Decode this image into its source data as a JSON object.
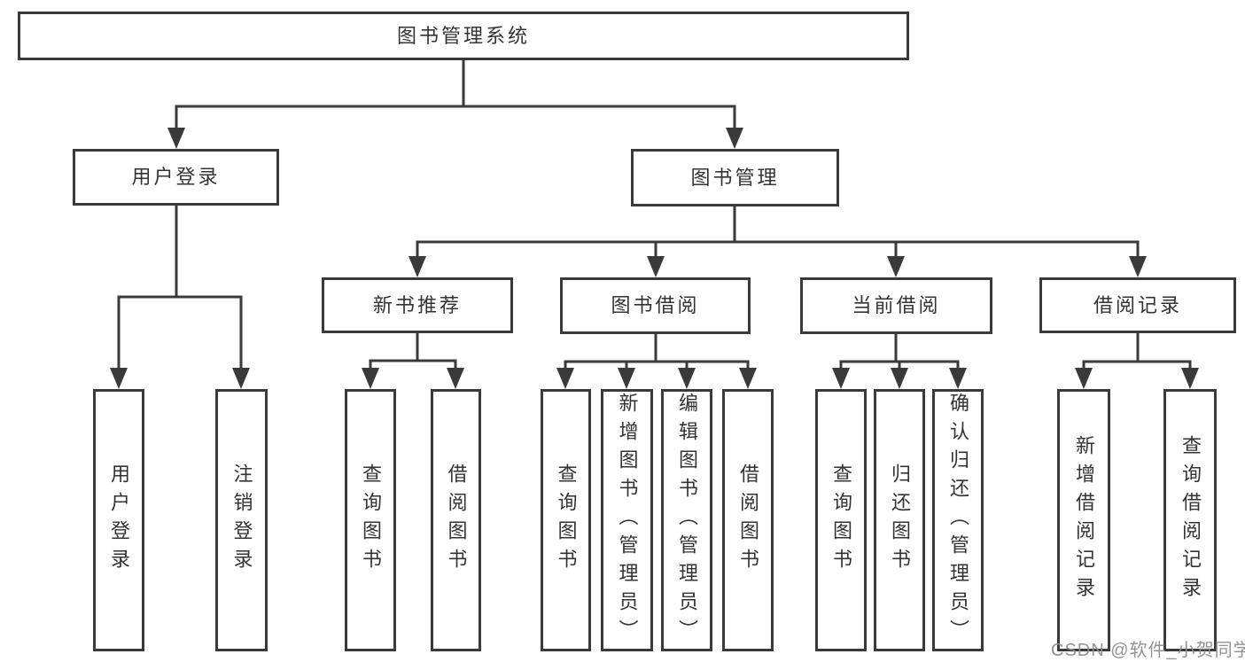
{
  "diagram": {
    "colors": {
      "line": "#3a3a3a",
      "text": "#333333",
      "watermark": "#8e8e8e",
      "background": "#ffffff"
    },
    "tree": {
      "root": {
        "label": "图书管理系统"
      },
      "branches": [
        {
          "label": "用户登录",
          "children": [
            {
              "label": "用户登录"
            },
            {
              "label": "注销登录"
            }
          ]
        },
        {
          "label": "图书管理",
          "children": [
            {
              "label": "新书推荐",
              "children": [
                {
                  "label": "查询图书"
                },
                {
                  "label": "借阅图书"
                }
              ]
            },
            {
              "label": "图书借阅",
              "children": [
                {
                  "label": "查询图书"
                },
                {
                  "label": "新增图书（管理员）"
                },
                {
                  "label": "编辑图书（管理员）"
                },
                {
                  "label": "借阅图书"
                }
              ]
            },
            {
              "label": "当前借阅",
              "children": [
                {
                  "label": "查询图书"
                },
                {
                  "label": "归还图书"
                },
                {
                  "label": "确认归还（管理员）"
                }
              ]
            },
            {
              "label": "借阅记录",
              "children": [
                {
                  "label": "新增借阅记录"
                },
                {
                  "label": "查询借阅记录"
                }
              ]
            }
          ]
        }
      ]
    }
  },
  "watermark": {
    "text": "CSDN @软件_小贺同学"
  }
}
